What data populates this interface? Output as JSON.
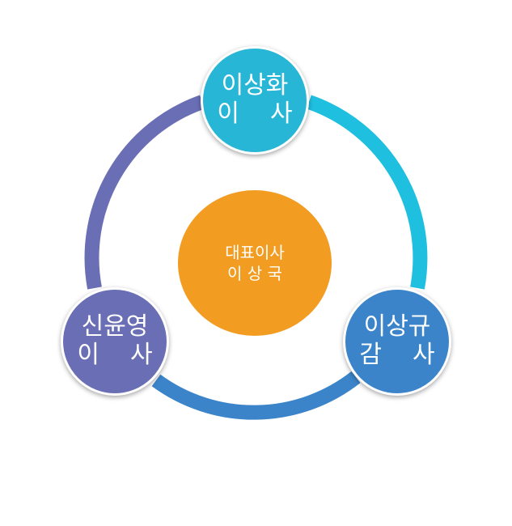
{
  "diagram": {
    "center": {
      "title": "대표이사",
      "name": "이 상 국",
      "color": "#f29c22"
    },
    "nodes": {
      "top": {
        "name": "이상화",
        "role": "이    사",
        "color": "#27b6d6"
      },
      "left": {
        "name": "신윤영",
        "role": "이    사",
        "color": "#6a6fb5"
      },
      "right": {
        "name": "이상규",
        "role": "감    사",
        "color": "#3b84c9"
      }
    },
    "ring_colors": [
      "#1fbfe0",
      "#3b84c9",
      "#6a6fb5"
    ]
  }
}
